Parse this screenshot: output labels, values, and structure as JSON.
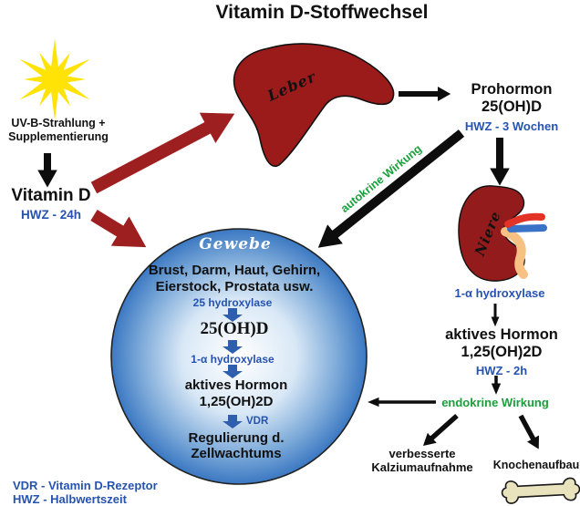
{
  "title": "Vitamin D-Stoffwechsel",
  "source": {
    "line1": "UV-B-Strahlung +",
    "line2": "Supplementierung"
  },
  "vitamin_d": {
    "name": "Vitamin D",
    "hwz": "HWZ - 24h"
  },
  "liver": {
    "label": "Leber"
  },
  "prohormone": {
    "line1": "Prohormon",
    "line2": "25(OH)D",
    "hwz": "HWZ - 3 Wochen"
  },
  "kidney": {
    "label": "Niere",
    "enzyme": "1-α hydroxylase"
  },
  "active_hormone": {
    "line1": "aktives Hormon",
    "line2": "1,25(OH)2D",
    "hwz": "HWZ - 2h"
  },
  "autocrine_label": "autokrine Wirkung",
  "endocrine": {
    "label": "endokrine Wirkung",
    "calcium_line1": "verbesserte",
    "calcium_line2": "Kalziumaufnahme",
    "bone_label": "Knochenaufbau"
  },
  "tissue": {
    "label": "Gewebe",
    "organs_line1": "Brust, Darm, Haut, Gehirn,",
    "organs_line2": "Eierstock, Prostata usw.",
    "enzyme1": "25 hydroxylase",
    "metabolite": "25(OH)D",
    "enzyme2": "1-α hydroxylase",
    "hormone_line1": "aktives Hormon",
    "hormone_line2": "1,25(OH)2D",
    "receptor": "VDR",
    "result_line1": "Regulierung d.",
    "result_line2": "Zellwachtums"
  },
  "legend": {
    "line1": "VDR - Vitamin D-Rezeptor",
    "line2": "HWZ - Halbwertszeit"
  },
  "icons": {
    "sun": "sun-icon",
    "liver": "liver-shape",
    "kidney": "kidney-shape",
    "bone": "bone-icon"
  },
  "colors": {
    "organ_red": "#9b1b1b",
    "arrow_red": "#9e1f1f",
    "text_blue": "#2653b0",
    "text_green": "#18a03a",
    "tissue_blue": "#3b78c2",
    "sun_yellow": "#ffe206",
    "bone_fill": "#e8e2bd",
    "artery_red": "#e23326",
    "vein_blue": "#3a72c8",
    "ureter_tan": "#f6c183",
    "block_arrow_blue": "#2e5fae"
  }
}
